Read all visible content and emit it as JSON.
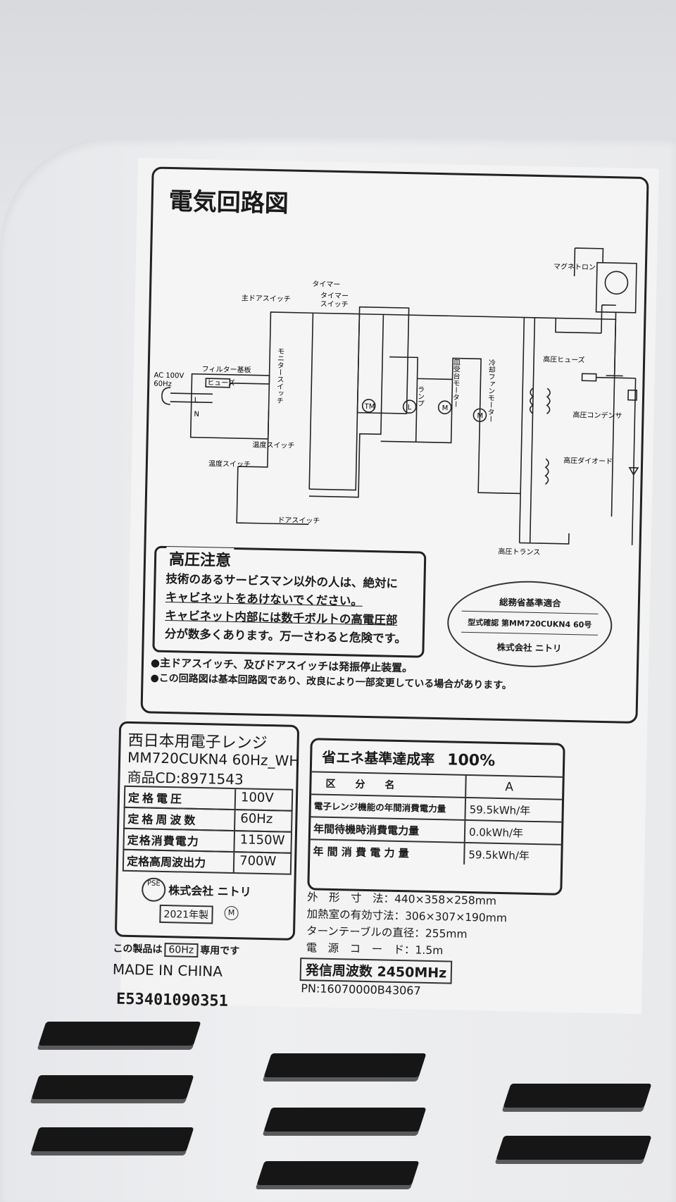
{
  "circuit": {
    "title": "電気回路図",
    "labels": {
      "ac": "AC 100V",
      "hz": "60Hz",
      "filter": "フィルター基板",
      "fuse": "ヒューズ",
      "main_door": "主ドアスイッチ",
      "timer": "タイマー",
      "timer_sw1": "タイマー",
      "timer_sw2": "スイッチ",
      "monitor_sw": "モニタースイッチ",
      "temp_sw1": "温度スイッチ",
      "temp_sw2": "温度スイッチ",
      "door_sw": "ドアスイッチ",
      "lamp": "ランプ",
      "turntable_motor": "皿受台モーター",
      "fan_motor": "冷却ファンモーター",
      "magnetron": "マグネトロン",
      "hv_fuse": "高圧ヒューズ",
      "hv_capacitor": "高圧コンデンサ",
      "hv_diode": "高圧ダイオード",
      "hv_transformer": "高圧トランス",
      "L": "L",
      "N": "N",
      "TM": "TM",
      "Lp": "L",
      "M1": "M",
      "M2": "M"
    }
  },
  "warning": {
    "title": "高圧注意",
    "lines": [
      "技術のあるサービスマン以外の人は、絶対に",
      "キャビネットをあけないでください。",
      "キャビネット内部には数千ボルトの高電圧部",
      "分が数多くあります。万一さわると危険です。"
    ],
    "notes": [
      "●主ドアスイッチ、及びドアスイッチは発振停止装置。",
      "●この回路図は基本回路図であり、改良により一部変更している場合があります。"
    ]
  },
  "stamp": {
    "line1": "総務省基準適合",
    "line2": "型式確認 第MM720CUKN4 60号",
    "line3": "株式会社 ニトリ"
  },
  "spec": {
    "product": "西日本用電子レンジ",
    "model": "MM720CUKN4 60Hz_WH",
    "code": "商品CD:8971543",
    "rows": [
      {
        "k": "定格電圧",
        "v": "100V"
      },
      {
        "k": "定格周波数",
        "v": "60Hz"
      },
      {
        "k": "定格消費電力",
        "v": "1150W"
      },
      {
        "k": "定格高周波出力",
        "v": "700W"
      }
    ],
    "pse": "PSE",
    "maker": "株式会社 ニトリ",
    "year": "2021年製",
    "m_mark": "M"
  },
  "energy": {
    "title": "省エネ基準達成率",
    "rate": "100%",
    "header": {
      "k": "区　　分　　名",
      "v": "A"
    },
    "rows": [
      {
        "k": "電子レンジ機能の年間消費電力量",
        "v": "59.5kWh/年"
      },
      {
        "k": "年間待機時消費電力量",
        "v": "0.0kWh/年"
      },
      {
        "k": "年 間 消 費 電 力 量",
        "v": "59.5kWh/年"
      }
    ]
  },
  "dims": {
    "outer": "外　形　寸　法：440×358×258mm",
    "cavity": "加熱室の有効寸法：306×307×190mm",
    "turntable": "ターンテーブルの直径：255mm",
    "cord": "電　源　コ　ー　ド：1.5m"
  },
  "freq": "発信周波数 2450MHz",
  "pn": "PN:16070000B43067",
  "hz_note": {
    "pre": "この製品は",
    "hz": "60Hz",
    "post": "専用です"
  },
  "made_in": "MADE IN CHINA",
  "serial": "E53401090351"
}
